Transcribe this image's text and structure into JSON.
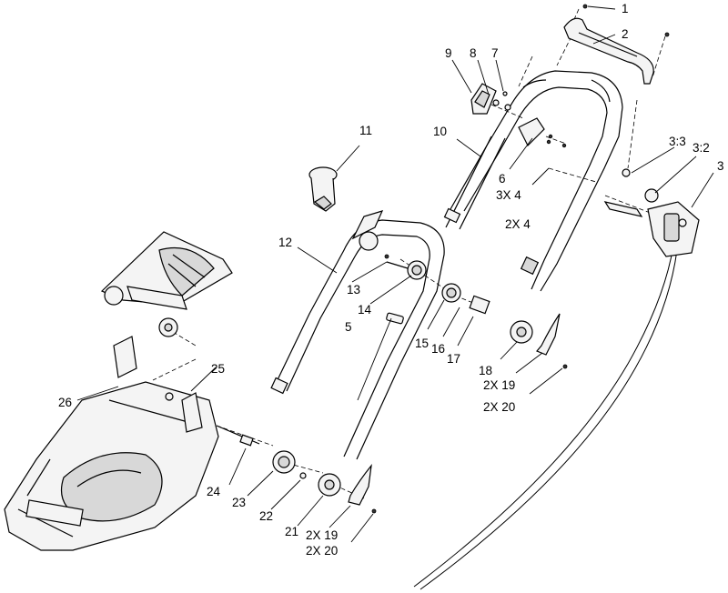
{
  "callouts": {
    "c1": "1",
    "c2": "2",
    "c3": "3",
    "c3_3": "3:3",
    "c3_2": "3:2",
    "c4": "2X 4",
    "c5": "5",
    "c6": "6",
    "c6b": "3X 4",
    "c7": "7",
    "c8": "8",
    "c9": "9",
    "c10": "10",
    "c11": "11",
    "c12": "12",
    "c13": "13",
    "c14": "14",
    "c15": "15",
    "c16": "16",
    "c17": "17",
    "c18": "18",
    "c19": "2X 19",
    "c20": "2X 20",
    "c21": "21",
    "c22": "22",
    "c23": "23",
    "c24": "24",
    "c25": "25",
    "c26": "26",
    "c19b": "2X 19",
    "c20b": "2X 20"
  }
}
